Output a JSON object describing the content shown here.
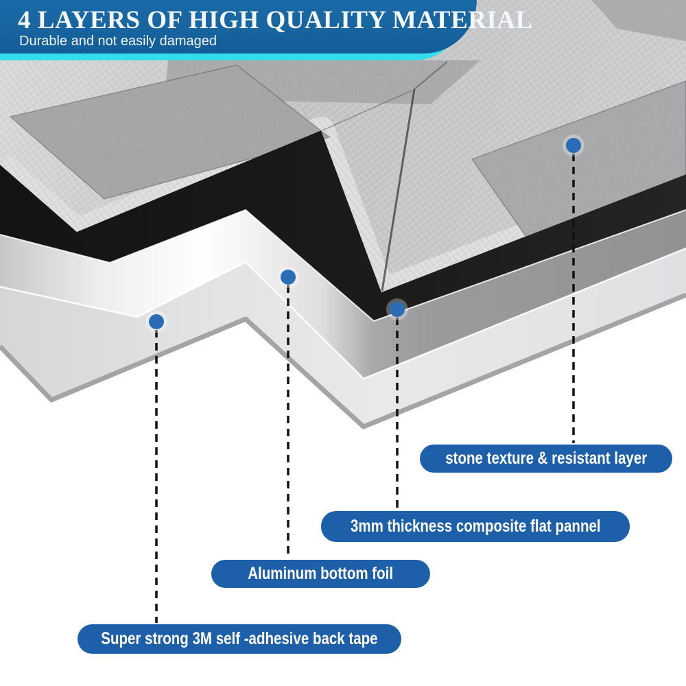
{
  "header": {
    "title": "4 LAYERS OF HIGH QUALITY MATERIAL",
    "subtitle": "Durable and not easily damaged",
    "banner_color": "#17649f",
    "accent_color": "#35dce9"
  },
  "diagram": {
    "pill_color": "#1d5fa8",
    "dot_color": "#2a6db6",
    "leader_line_color": "#111111",
    "callouts": [
      {
        "text": "stone texture & resistant layer"
      },
      {
        "text": "3mm thickness composite flat pannel"
      },
      {
        "text": "Aluminum bottom foil"
      },
      {
        "text": "Super strong 3M self -adhesive back tape"
      }
    ],
    "layer_names": [
      "stone-texture-tile-surface",
      "black-composite-panel",
      "aluminum-foil-layer",
      "adhesive-tape-layer"
    ]
  }
}
